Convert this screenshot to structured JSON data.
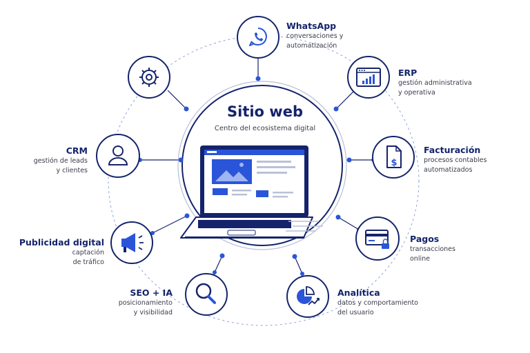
{
  "center": {
    "title": "Sitio web",
    "subtitle": "Centro del ecosistema digital"
  },
  "nodes": {
    "whatsapp": {
      "title": "WhatsApp",
      "line1": "conversaciones y",
      "line2": "automatización",
      "icon": "whatsapp-phone-icon"
    },
    "erp": {
      "title": "ERP",
      "line1": "gestión administrativa",
      "line2": "y operativa",
      "icon": "browser-chart-icon"
    },
    "facturacion": {
      "title": "Facturación",
      "line1": "procesos contables",
      "line2": "automatizados",
      "icon": "invoice-dollar-icon"
    },
    "pagos": {
      "title": "Pagos",
      "line1": "transacciones",
      "line2": "online",
      "icon": "card-lock-icon"
    },
    "analitica": {
      "title": "Analítica",
      "line1": "datos y comportamiento",
      "line2": "del usuario",
      "icon": "pie-chart-icon"
    },
    "seo": {
      "title": "SEO + IA",
      "line1": "posicionamiento",
      "line2": "y visibilidad",
      "icon": "magnifier-icon"
    },
    "publicidad": {
      "title": "Publicidad digital",
      "line1": "captación",
      "line2": "de tráfico",
      "icon": "megaphone-icon"
    },
    "crm": {
      "title": "CRM",
      "line1": "gestión de leads",
      "line2": "y clientes",
      "icon": "user-icon"
    },
    "settings": {
      "icon": "gear-icon"
    }
  },
  "colors": {
    "navy": "#14236b",
    "blue": "#2a55d9",
    "light_blue": "#3a63e0",
    "ring": "#8fa2d8"
  }
}
